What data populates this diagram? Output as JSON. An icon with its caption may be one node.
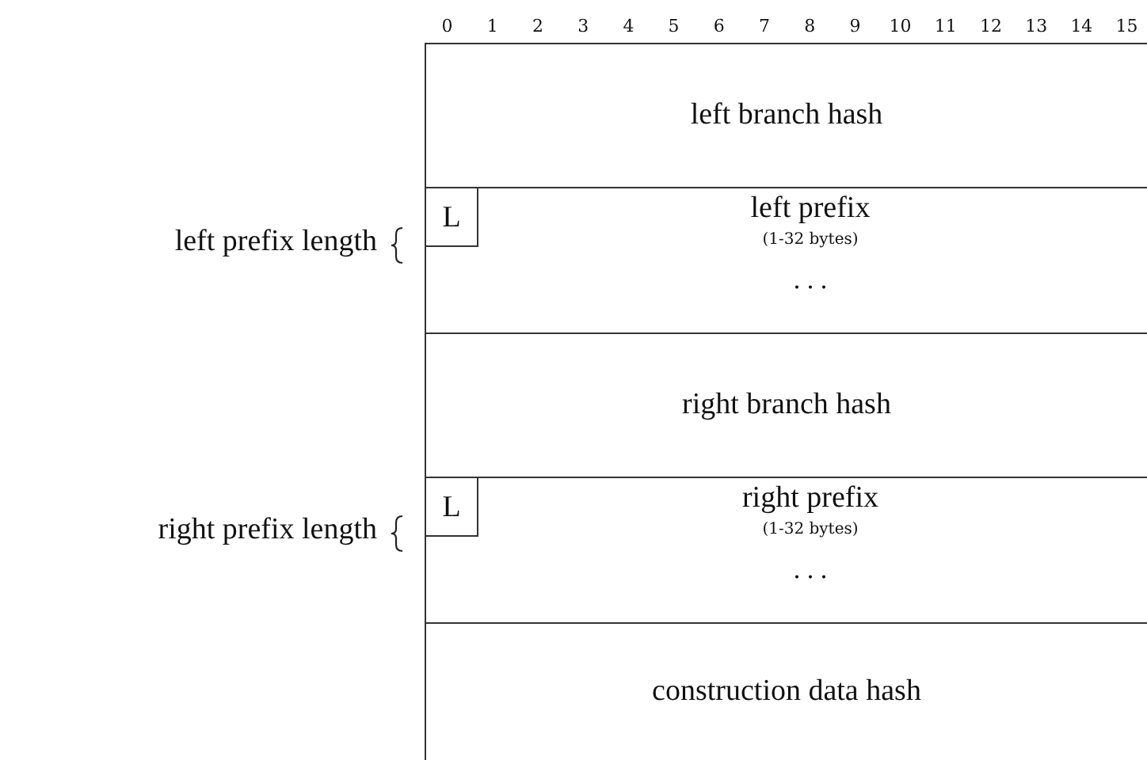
{
  "diagram": {
    "nodes": [
      {
        "text": [
          "left branch hash"
        ]
      },
      {
        "text": [
          "left prefix",
          "(1-32 bytes)",
          ". . ."
        ]
      },
      {
        "text": [
          "L"
        ],
        "in": 1
      },
      {
        "text": [
          "right branch hash"
        ]
      },
      {
        "text": [
          "right prefix",
          "(1-32 bytes)",
          ". . ."
        ]
      },
      {
        "text": [
          "L"
        ],
        "in": 4
      },
      {
        "text": [
          "construction data hash"
        ]
      }
    ],
    "edges": [],
    "labels": [
      "0",
      "1",
      "2",
      "3",
      "4",
      "5",
      "6",
      "7",
      "8",
      "9",
      "10",
      "11",
      "12",
      "13",
      "14",
      "15",
      "left prefix length",
      "right prefix length"
    ]
  }
}
